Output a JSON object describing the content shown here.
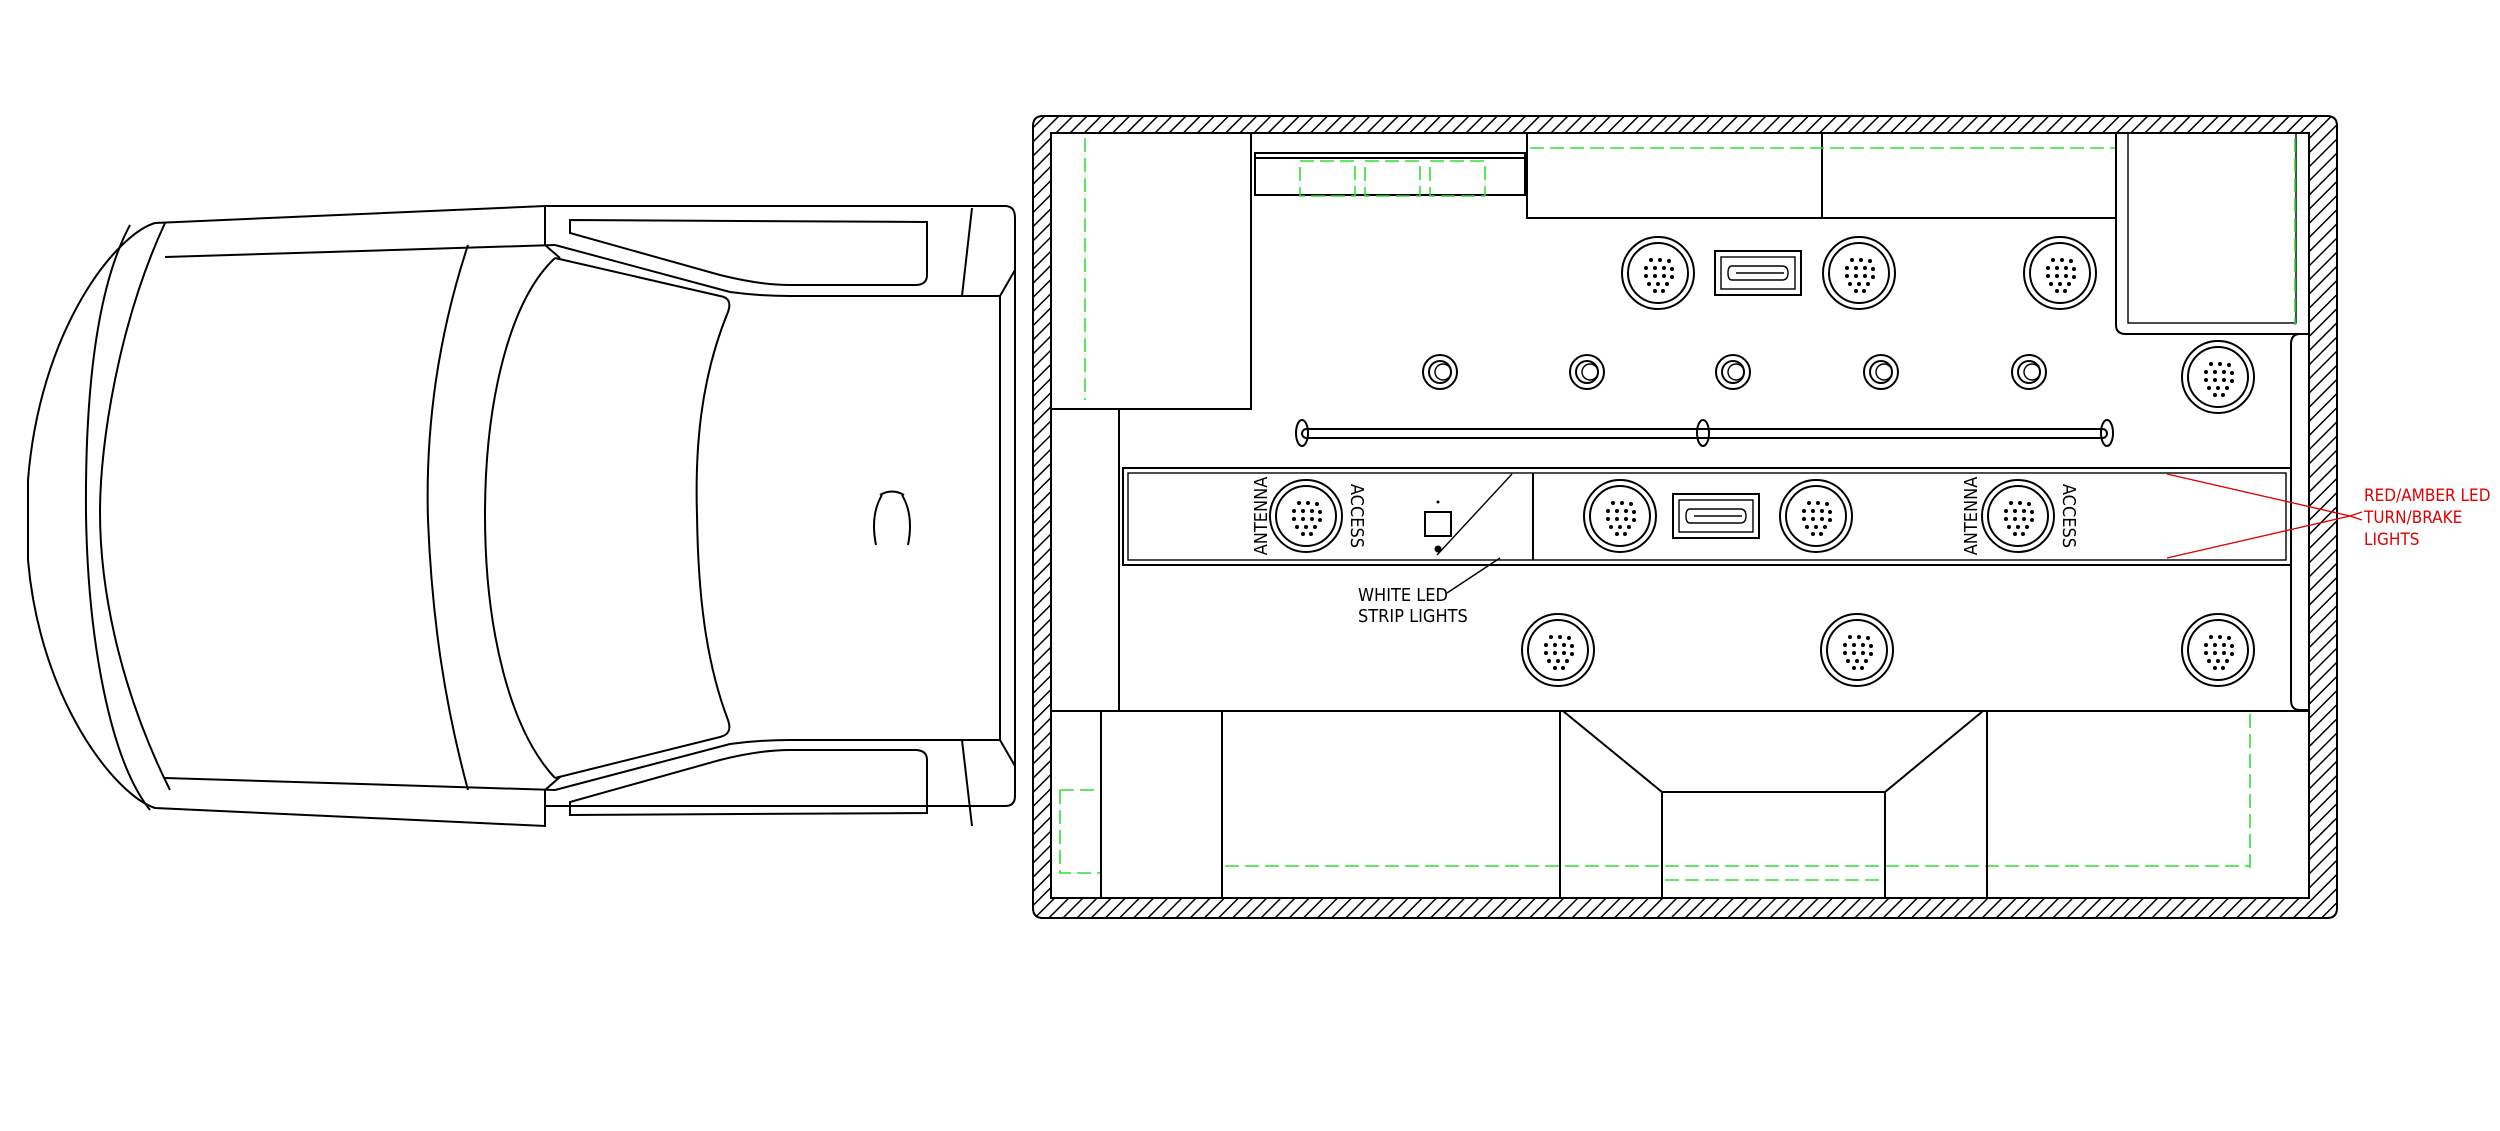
{
  "labels": {
    "antenna": "ANTENNA",
    "access": "ACCESS",
    "white_led_line1": "WHITE LED",
    "white_led_line2": "STRIP LIGHTS",
    "red_line1": "RED/AMBER LED",
    "red_line2": "TURN/BRAKE",
    "red_line3": "LIGHTS"
  },
  "colors": {
    "line": "#000000",
    "green_dashed": "#33dd33",
    "red_callout": "#e00000",
    "background": "#ffffff"
  },
  "vehicle": {
    "view": "top view",
    "icon": "truck-cab-icon"
  }
}
